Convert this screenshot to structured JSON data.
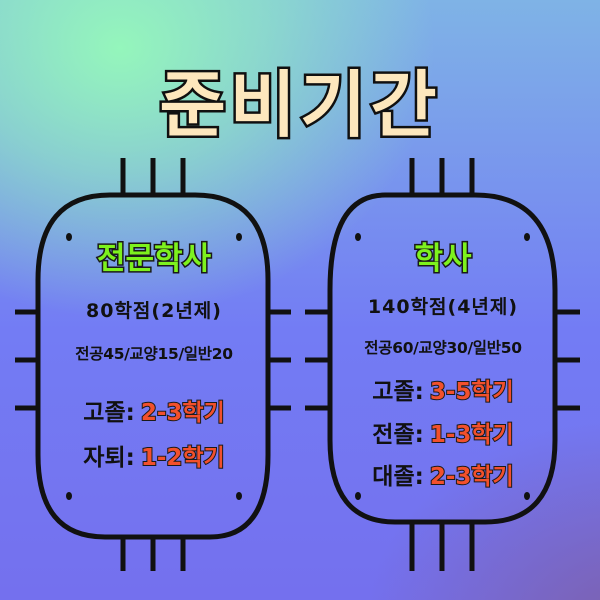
{
  "title": "준비기간",
  "colors": {
    "title_fill": "#fde7bd",
    "chip_title": "#7df21d",
    "duration": "#f2502c",
    "outline": "#111111",
    "bg_top_left": "#96fab9",
    "bg_mid": "#737cf4",
    "bg_bottom_right": "#7d5fa5"
  },
  "chips": [
    {
      "id": "associate",
      "title": "전문학사",
      "credits": "80학점(2년제)",
      "split": "전공45/교양15/일반20",
      "durations": [
        {
          "label": "고졸:",
          "value": "2-3학기"
        },
        {
          "label": "자퇴:",
          "value": "1-2학기"
        }
      ]
    },
    {
      "id": "bachelor",
      "title": "학사",
      "credits": "140학점(4년제)",
      "split": "전공60/교양30/일반50",
      "durations": [
        {
          "label": "고졸:",
          "value": "3-5학기"
        },
        {
          "label": "전졸:",
          "value": "1-3학기"
        },
        {
          "label": "대졸:",
          "value": "2-3학기"
        }
      ]
    }
  ]
}
